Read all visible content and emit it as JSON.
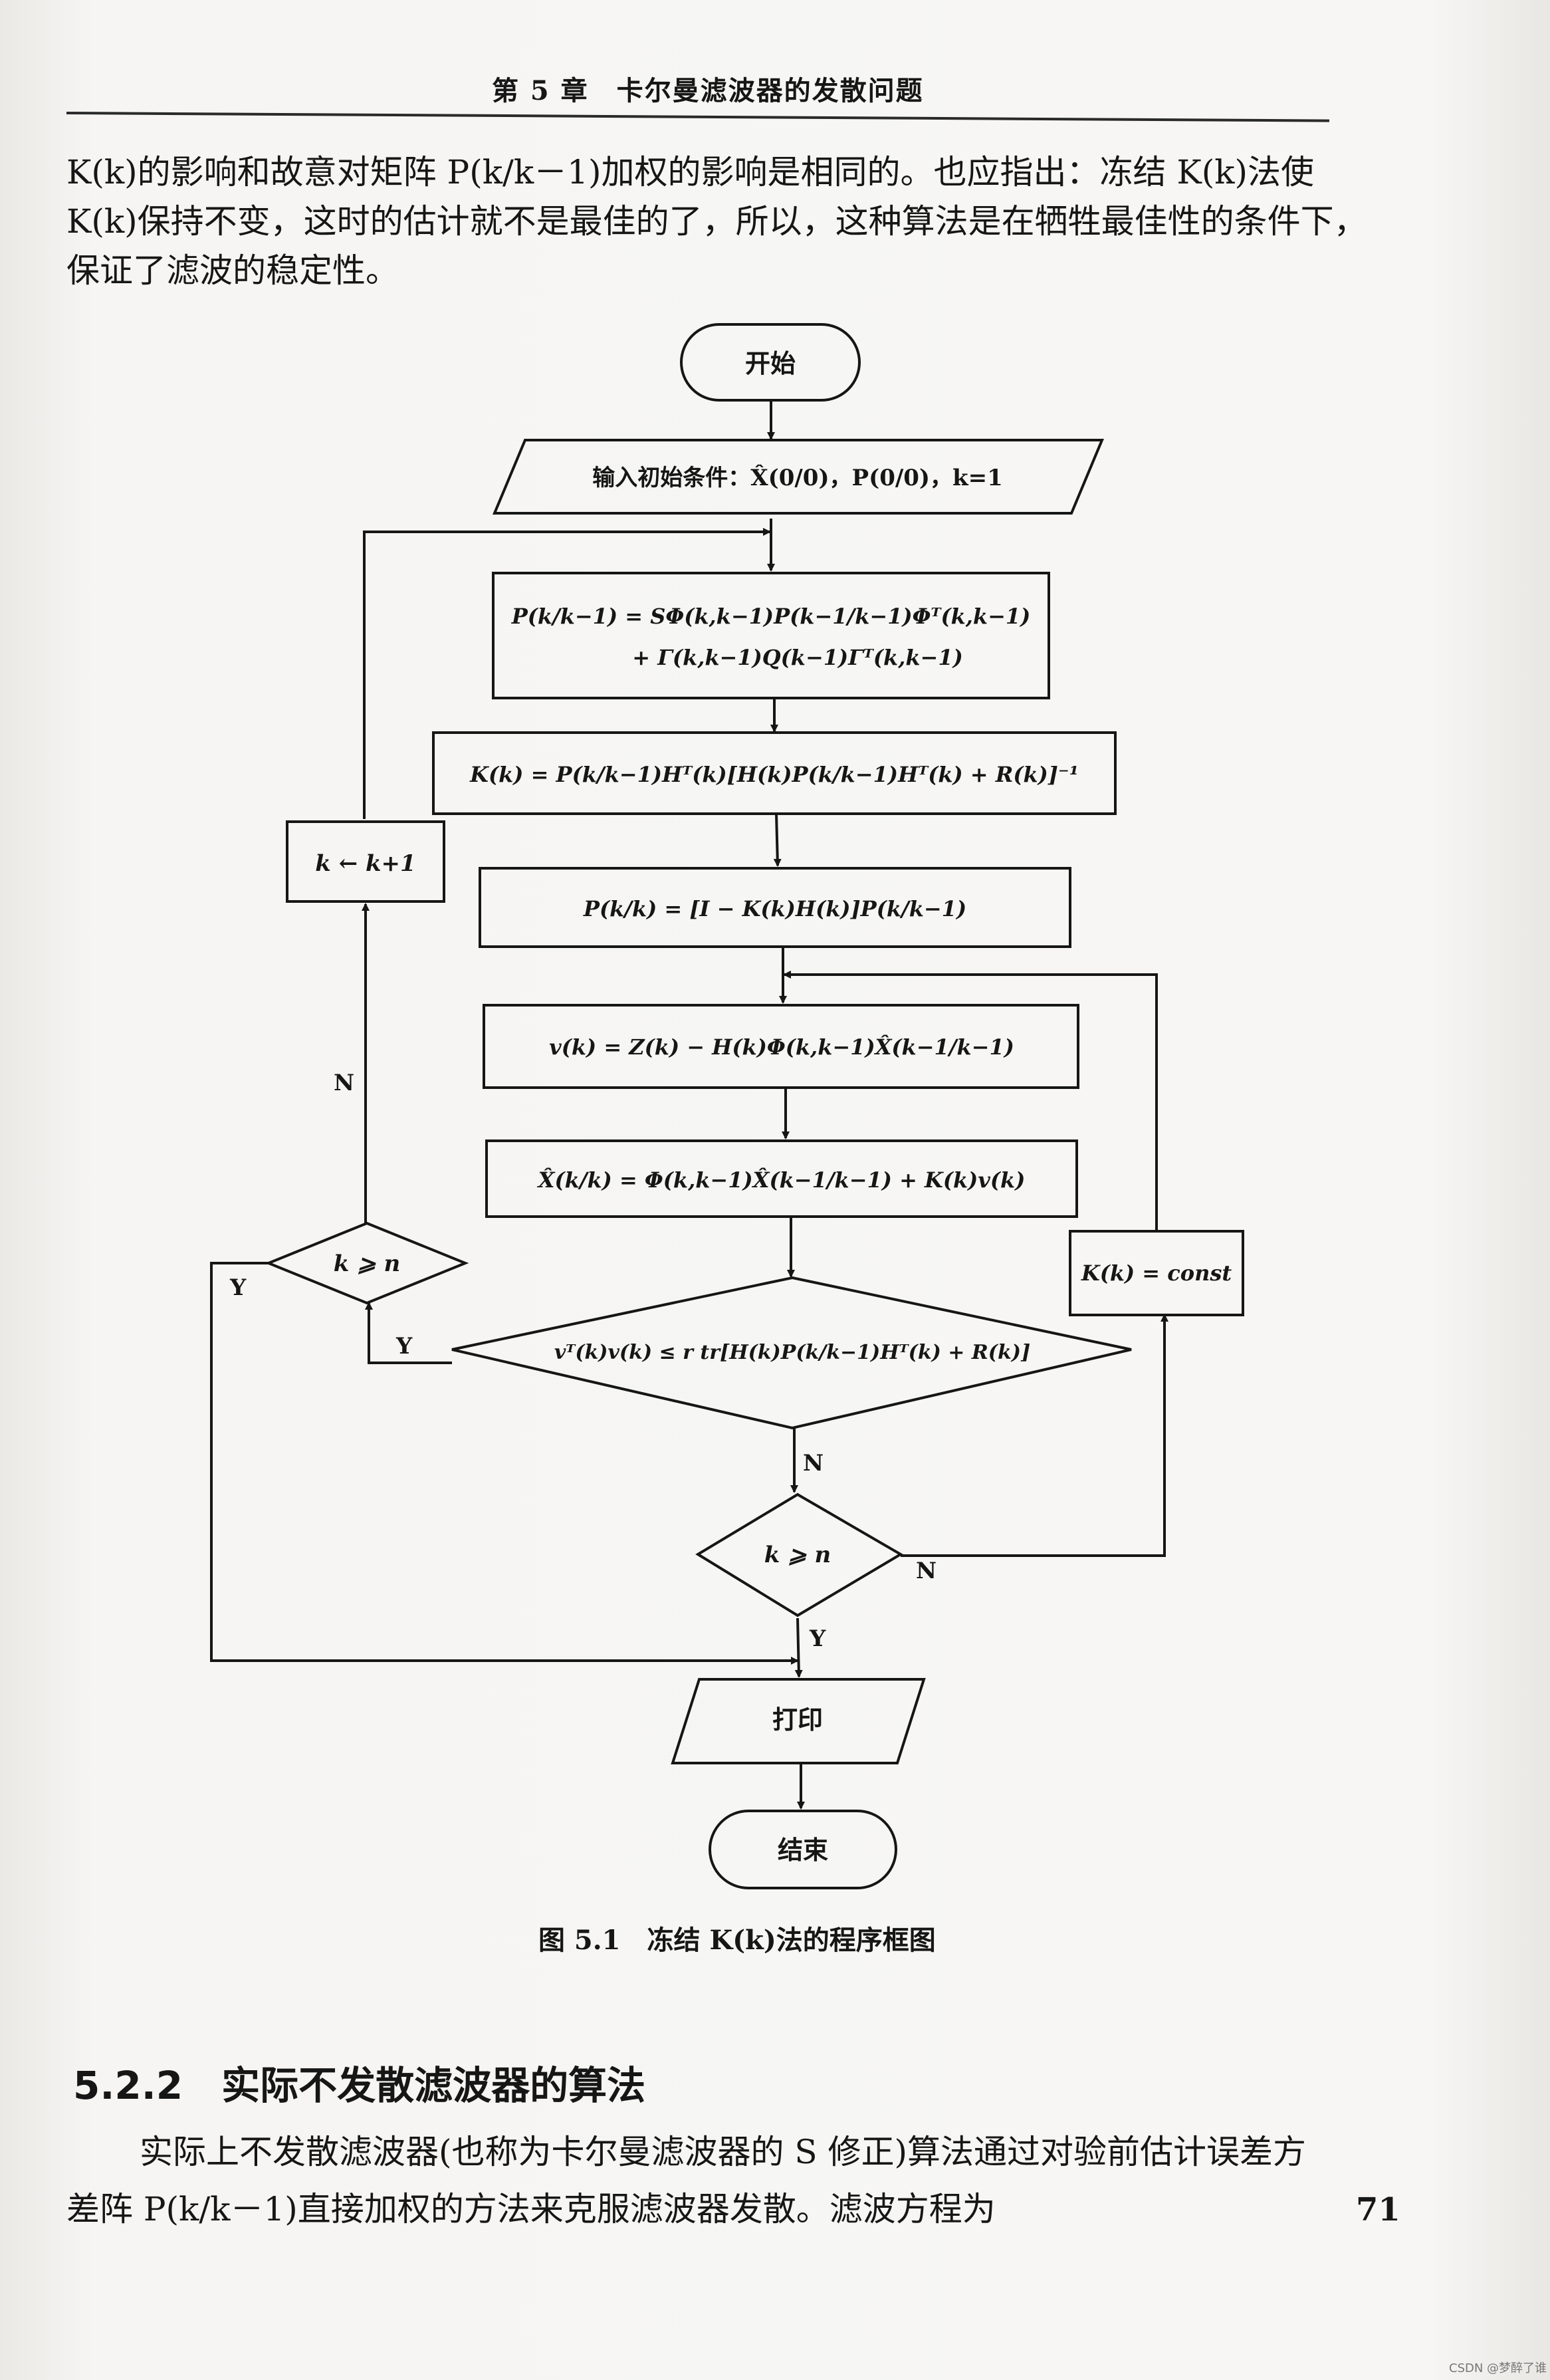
{
  "header": {
    "title": "第 5 章　卡尔曼滤波器的发散问题"
  },
  "intro_lines": [
    "K(k)的影响和故意对矩阵 P(k/k－1)加权的影响是相同的。也应指出：冻结 K(k)法使",
    "K(k)保持不变，这时的估计就不是最佳的了，所以，这种算法是在牺牲最佳性的条件下，",
    "保证了滤波的稳定性。"
  ],
  "flowchart": {
    "start": "开始",
    "input": "输入初始条件：X̂(0/0)，P(0/0)，k=1",
    "predict_cov_line1": "P(k/k−1) = SΦ(k,k−1)P(k−1/k−1)Φᵀ(k,k−1)",
    "predict_cov_line2": "+ Γ(k,k−1)Q(k−1)Γᵀ(k,k−1)",
    "gain": "K(k) = P(k/k−1)Hᵀ(k)[H(k)P(k/k−1)Hᵀ(k) + R(k)]⁻¹",
    "update_cov": "P(k/k) = [I − K(k)H(k)]P(k/k−1)",
    "innovation": "v(k) = Z(k) − H(k)Φ(k,k−1)X̂(k−1/k−1)",
    "state_update": "X̂(k/k) = Φ(k,k−1)X̂(k−1/k−1) + K(k)v(k)",
    "check": "vᵀ(k)v(k) ≤ r tr[H(k)P(k/k−1)Hᵀ(k) + R(k)]",
    "increment": "k ← k+1",
    "cond_upper": "k ⩾ n",
    "cond_lower": "k ⩾ n",
    "const_gain": "K(k) = const",
    "print": "打印",
    "end": "结束",
    "label_N_left": "N",
    "label_Y_left_outer": "Y",
    "label_Y_check": "Y",
    "label_N_check": "N",
    "label_N_lower": "N",
    "label_Y_lower": "Y"
  },
  "caption": "图 5.1　冻结 K(k)法的程序框图",
  "section": {
    "title": "5.2.2　实际不发散滤波器的算法"
  },
  "body_lines": [
    "实际上不发散滤波器(也称为卡尔曼滤波器的 S 修正)算法通过对验前估计误差方",
    "差阵 P(k/k－1)直接加权的方法来克服滤波器发散。滤波方程为"
  ],
  "page_number": "71",
  "watermark": "CSDN @梦醉了谁"
}
